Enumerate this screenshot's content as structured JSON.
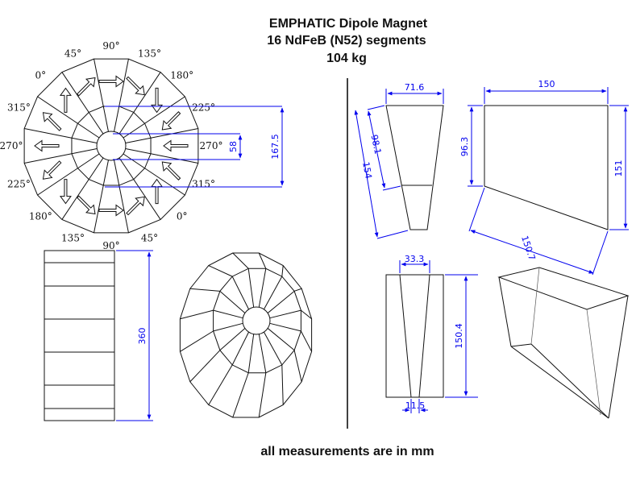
{
  "title": {
    "line1": "EMPHATIC Dipole Magnet",
    "line2": "16 NdFeB (N52) segments",
    "line3": "104 kg"
  },
  "footer": "all measurements are in mm",
  "colors": {
    "outline": "#111111",
    "dimension": "#0000ee",
    "background": "#ffffff"
  },
  "end_view": {
    "angle_labels": [
      "90°",
      "45°",
      "0°",
      "315°",
      "270°",
      "225°",
      "180°",
      "135°",
      "90°",
      "45°",
      "0°",
      "315°",
      "270°",
      "225°",
      "180°",
      "135°"
    ],
    "dim_inner": "58",
    "dim_outer": "167.5"
  },
  "side_view": {
    "dim_length": "360"
  },
  "segment_side": {
    "dim_top": "71.6",
    "dim_inner": "98.1",
    "dim_total": "154"
  },
  "segment_face": {
    "dim_top": "150",
    "dim_left": "96.3",
    "dim_right": "151",
    "dim_diag": "150.7"
  },
  "segment_front": {
    "dim_top": "33.3",
    "dim_height": "150.4",
    "dim_bottom": "11.5"
  }
}
